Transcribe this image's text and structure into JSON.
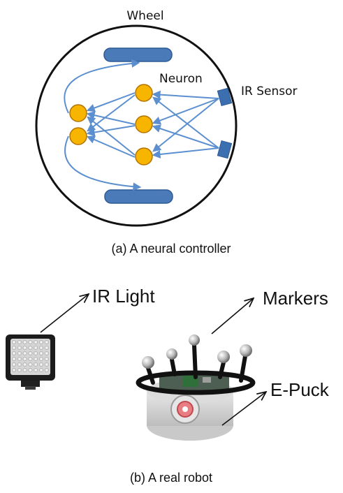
{
  "figure_a": {
    "caption": "(a)  A neural controller",
    "labels": {
      "wheel": "Wheel",
      "neuron": "Neuron",
      "ir_sensor": "IR Sensor"
    },
    "colors": {
      "body_outline": "#111111",
      "wheel_fill": "#4a7ab8",
      "neuron_fill": "#f7b500",
      "sensor_fill": "#3c6fb0",
      "arrow_color": "#5b8fcf"
    }
  },
  "figure_b": {
    "caption": "(b)  A real robot",
    "labels": {
      "ir_light": "IR Light",
      "markers": "Markers",
      "e_puck": "E-Puck"
    },
    "icons": [
      "ir-light-lamp-icon",
      "e-puck-robot-icon",
      "tracking-marker-icon"
    ]
  }
}
